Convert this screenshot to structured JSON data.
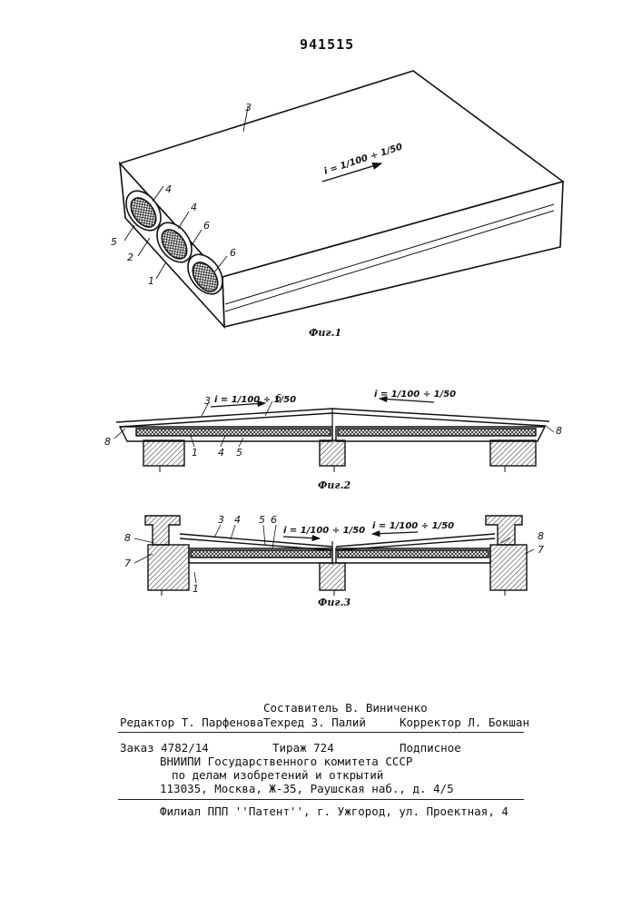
{
  "header": {
    "patent_number": "941515"
  },
  "figures": {
    "fig1": {
      "caption": "Фиг.1",
      "slope": "i = 1/100 ÷ 1/50",
      "labels": [
        "3",
        "4",
        "4",
        "6",
        "6",
        "5",
        "2",
        "1"
      ]
    },
    "fig2": {
      "caption": "Фиг.2",
      "slope_left": "i = 1/100 ÷ 1/50",
      "slope_right": "i = 1/100 ÷ 1/50",
      "labels": [
        "3",
        "6",
        "8",
        "1",
        "4",
        "5",
        "8"
      ]
    },
    "fig3": {
      "caption": "Фиг.3",
      "slope_left": "i = 1/100 ÷ 1/50",
      "slope_right": "i = 1/100 ÷ 1/50",
      "labels": [
        "3",
        "4",
        "5",
        "6",
        "8",
        "7",
        "1",
        "8",
        "7"
      ]
    }
  },
  "colophon": {
    "compiler": "Составитель В. Виниченко",
    "editor": "Редактор Т. Парфенова",
    "techred": "Техред З. Палий",
    "corrector": "Корректор Л. Бокшан",
    "order": "Заказ 4782/14",
    "circulation": "Тираж 724",
    "subscription": "Подписное",
    "org_line1": "ВНИИПИ Государственного комитета СССР",
    "org_line2": "по делам изобретений и открытий",
    "address": "113035, Москва, Ж-35, Раушская наб., д. 4/5",
    "branch": "Филиал ППП ''Патент'', г. Ужгород, ул. Проектная, 4"
  }
}
